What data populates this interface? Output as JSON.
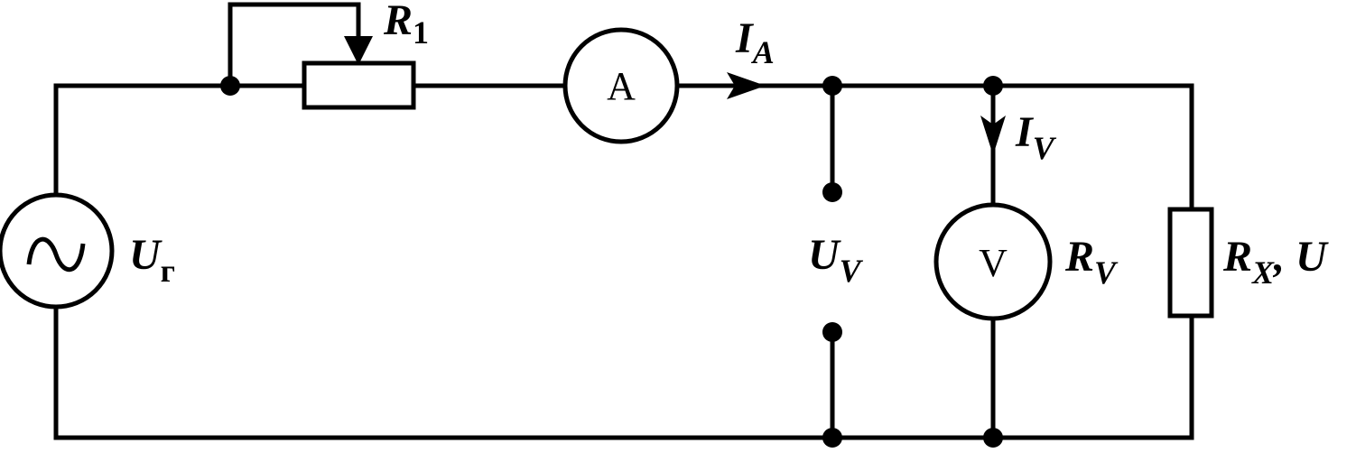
{
  "meters": {
    "ammeter_symbol": "A",
    "voltmeter_symbol": "V"
  },
  "labels": {
    "r1": {
      "main": "R",
      "sub": "1"
    },
    "ia": {
      "main": "I",
      "sub": "A"
    },
    "iv": {
      "main": "I",
      "sub": "V"
    },
    "ug": {
      "main": "U",
      "sub": "г"
    },
    "uv": {
      "main": "U",
      "sub": "V"
    },
    "rv": {
      "main": "R",
      "sub": "V"
    },
    "rx": {
      "main": "R",
      "sub": "X",
      "suffix": ", U"
    }
  }
}
